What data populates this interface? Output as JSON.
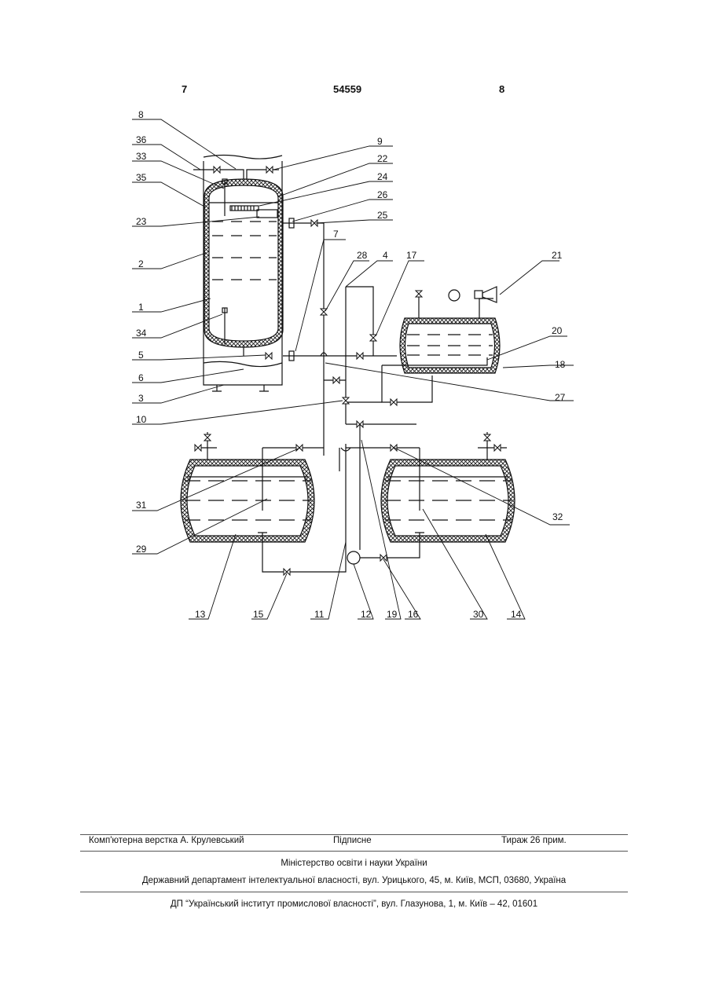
{
  "header": {
    "page_left": "7",
    "doc_number": "54559",
    "page_right": "8"
  },
  "drawing": {
    "callouts": [
      "8",
      "36",
      "33",
      "35",
      "23",
      "2",
      "1",
      "34",
      "5",
      "6",
      "3",
      "10",
      "9",
      "22",
      "24",
      "26",
      "25",
      "7",
      "28",
      "4",
      "17",
      "21",
      "20",
      "18",
      "27",
      "31",
      "29",
      "13",
      "15",
      "11",
      "12",
      "19",
      "16",
      "30",
      "14",
      "32"
    ]
  },
  "footer": {
    "layout": "Комп'ютерна верстка А. Крулевський",
    "signed": "Підписне",
    "circulation": "Тираж 26 прим.",
    "ministry": "Міністерство освіти і науки України",
    "department": "Державний департамент інтелектуальної власності, вул. Урицького, 45, м. Київ, МСП, 03680, Україна",
    "institute": "ДП “Український інститут промислової власності”, вул. Глазунова, 1, м. Київ – 42, 01601"
  }
}
